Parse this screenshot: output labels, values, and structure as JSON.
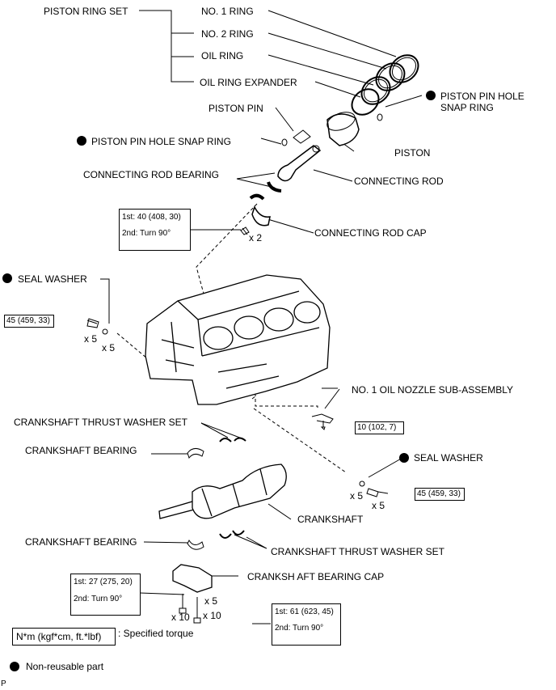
{
  "labels": {
    "piston_ring_set": "PISTON RING SET",
    "no1_ring": "NO. 1 RING",
    "no2_ring": "NO. 2 RING",
    "oil_ring": "OIL RING",
    "oil_ring_expander": "OIL RING EXPANDER",
    "piston_pin_hole_snap_ring_right": "PISTON PIN HOLE\nSNAP RING",
    "piston_pin": "PISTON PIN",
    "piston_pin_hole_snap_ring_left": "PISTON PIN HOLE SNAP RING",
    "piston": "PISTON",
    "connecting_rod_bearing": "CONNECTING ROD BEARING",
    "connecting_rod": "CONNECTING ROD",
    "connecting_rod_cap": "CONNECTING ROD CAP",
    "seal_washer_left": "SEAL WASHER",
    "no1_oil_nozzle": "NO. 1 OIL NOZZLE SUB-ASSEMBLY",
    "crankshaft_thrust_washer_set_top": "CRANKSHAFT THRUST WASHER SET",
    "crankshaft_bearing_top": "CRANKSHAFT BEARING",
    "seal_washer_right": "SEAL WASHER",
    "crankshaft": "CRANKSHAFT",
    "crankshaft_bearing_bottom": "CRANKSHAFT BEARING",
    "crankshaft_thrust_washer_set_bottom": "CRANKSHAFT THRUST WASHER SET",
    "crankshaft_bearing_cap": "CRANKSH AFT BEARING CAP"
  },
  "quantities": {
    "rod_bolt": "x 2",
    "seal_bolt_left": "x 5",
    "seal_washer_left": "x 5",
    "seal_washer_right": "x 5",
    "seal_bolt_right": "x 5",
    "cap_small": "x 5",
    "cap_bolt_a": "x 10",
    "cap_bolt_b": "x 10"
  },
  "torque": {
    "rod_cap_1st": "1st: 40 (408, 30)",
    "rod_cap_2nd": "2nd: Turn 90°",
    "seal_bolt_left": "45 (459, 33)",
    "oil_nozzle": "10 (102, 7)",
    "seal_bolt_right": "45 (459, 33)",
    "cap_a_1st": "1st: 27 (275, 20)",
    "cap_a_2nd": "2nd: Turn 90°",
    "cap_b_1st": "1st: 61 (623, 45)",
    "cap_b_2nd": "2nd: Turn 90°"
  },
  "legend": {
    "unit_box": "N*m (kgf*cm, ft.*lbf)",
    "unit_desc": ": Specified torque",
    "non_reusable": "Non-reusable part"
  },
  "footer": {
    "code": "P"
  }
}
